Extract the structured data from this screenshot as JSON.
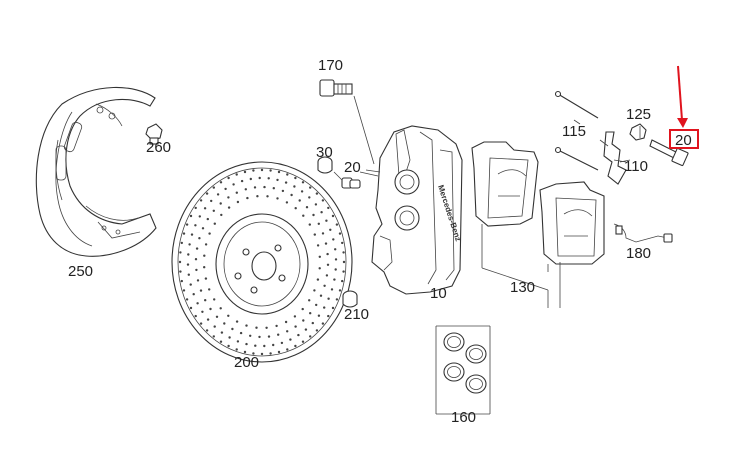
{
  "diagram": {
    "labels": {
      "p170": "170",
      "p260": "260",
      "p30": "30",
      "p20_left": "20",
      "p115": "115",
      "p125": "125",
      "p20_right": "20",
      "p110": "110",
      "p250": "250",
      "p130": "130",
      "p180": "180",
      "p10": "10",
      "p210": "210",
      "p200": "200",
      "p160": "160"
    },
    "caliper_logo": "Mercedes-Benz",
    "highlight": {
      "target": "20",
      "color": "#e0141e"
    },
    "colors": {
      "line": "#333333",
      "background": "#ffffff"
    }
  }
}
